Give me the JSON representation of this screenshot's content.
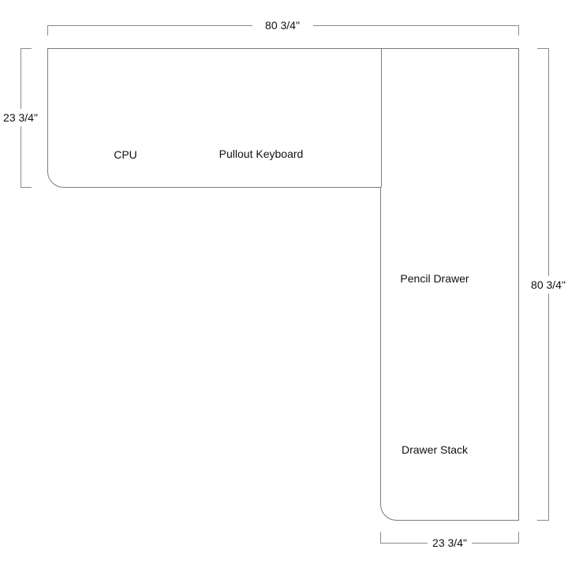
{
  "dimensions": {
    "top_width": "80 3/4\"",
    "left_depth": "23 3/4\"",
    "right_length": "80 3/4\"",
    "bottom_width": "23 3/4\""
  },
  "labels": {
    "cpu": "CPU",
    "keyboard": "Pullout Keyboard",
    "pencil_drawer": "Pencil Drawer",
    "drawer_stack": "Drawer Stack"
  }
}
